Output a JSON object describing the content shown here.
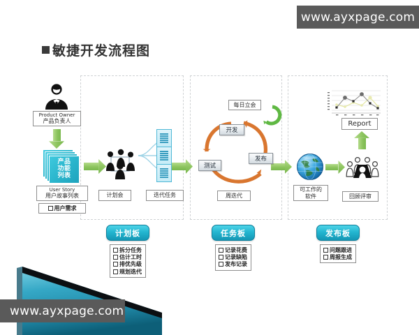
{
  "watermark": {
    "top": "www.ayxpage.com",
    "bottom": "www.ayxpage.com"
  },
  "title": {
    "bullet": "square-bullet",
    "text": "敏捷开发流程图"
  },
  "columns": [
    {
      "name": "column-planning"
    },
    {
      "name": "column-iteration"
    },
    {
      "name": "column-release"
    }
  ],
  "stage1": {
    "role_icon": "person-silhouette-icon",
    "role_caption_en": "Product Owner",
    "role_caption_cn": "产品负责人",
    "arrow_down": "green-down-arrow-icon",
    "backlog_line1": "产品",
    "backlog_line2": "功能",
    "backlog_line3": "列表",
    "backlog_caption_en": "User Story",
    "backlog_caption_cn": "用户故事列表",
    "requirement": "用户需求",
    "arrow_right": "green-right-arrow-icon"
  },
  "stage2": {
    "meeting_icon": "meeting-people-icon",
    "meeting_caption": "计划会",
    "tasks_caption": "迭代任务",
    "task_tiles": [
      "task-doc-icon-1",
      "task-doc-icon-2",
      "task-doc-icon-3"
    ],
    "arrow_right": "green-right-arrow-icon"
  },
  "stage3": {
    "standup_label": "每日立会",
    "refresh_icon": "green-circular-arrow-icon",
    "cycle_nodes": [
      "开发",
      "发布",
      "测试"
    ],
    "cycle_caption": "周迭代",
    "arrow_right": "green-right-arrow-icon"
  },
  "stage4": {
    "software_icon": "globe-icon",
    "software_caption_l1": "可工作的",
    "software_caption_l2": "软件",
    "arrow_right": "green-right-arrow-icon",
    "review_icon": "review-meeting-icon",
    "review_caption": "回顾评审",
    "arrow_up": "green-up-arrow-icon",
    "report_label": "Report",
    "report_chart_icon": "line-chart-icon"
  },
  "boards": [
    {
      "name": "board-planning",
      "title": "计划板",
      "items": [
        "拆分任务",
        "估计工时",
        "排优先级",
        "规划迭代"
      ]
    },
    {
      "name": "board-task",
      "title": "任务板",
      "items": [
        "记录花费",
        "记录缺陷",
        "发布记录"
      ]
    },
    {
      "name": "board-release",
      "title": "发布板",
      "items": [
        "问题跟进",
        "周报生成"
      ]
    }
  ],
  "chart_data": {
    "type": "line",
    "title": "Report",
    "x": [
      1,
      2,
      3,
      4,
      5,
      6
    ],
    "series": [
      {
        "name": "series-dark",
        "values": [
          22,
          55,
          40,
          78,
          48,
          20
        ]
      },
      {
        "name": "series-light",
        "values": [
          38,
          30,
          50,
          35,
          62,
          30
        ]
      }
    ],
    "ylim": [
      0,
      100
    ],
    "grid": true,
    "xlabel": "",
    "ylabel": ""
  },
  "colors": {
    "accent_green": "#8cc45e",
    "accent_cyan": "#23b6d0",
    "accent_orange": "#d9762f",
    "wedge_blue": "#2fa8c6",
    "watermark_bg": "#5a5a5a",
    "frame_dash": "#cfd2d4"
  }
}
